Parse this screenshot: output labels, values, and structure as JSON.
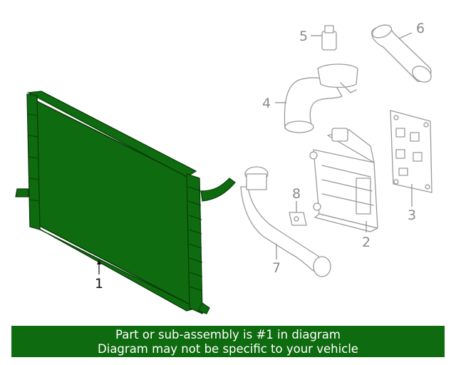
{
  "diagram": {
    "callouts": {
      "c1": "1",
      "c2": "2",
      "c3": "3",
      "c4": "4",
      "c5": "5",
      "c6": "6",
      "c7": "7",
      "c8": "8"
    },
    "highlight_color": "#0f6b0f"
  },
  "banner": {
    "line1": "Part or sub-assembly is #1 in diagram",
    "line2": "Diagram may not be specific to your vehicle"
  }
}
